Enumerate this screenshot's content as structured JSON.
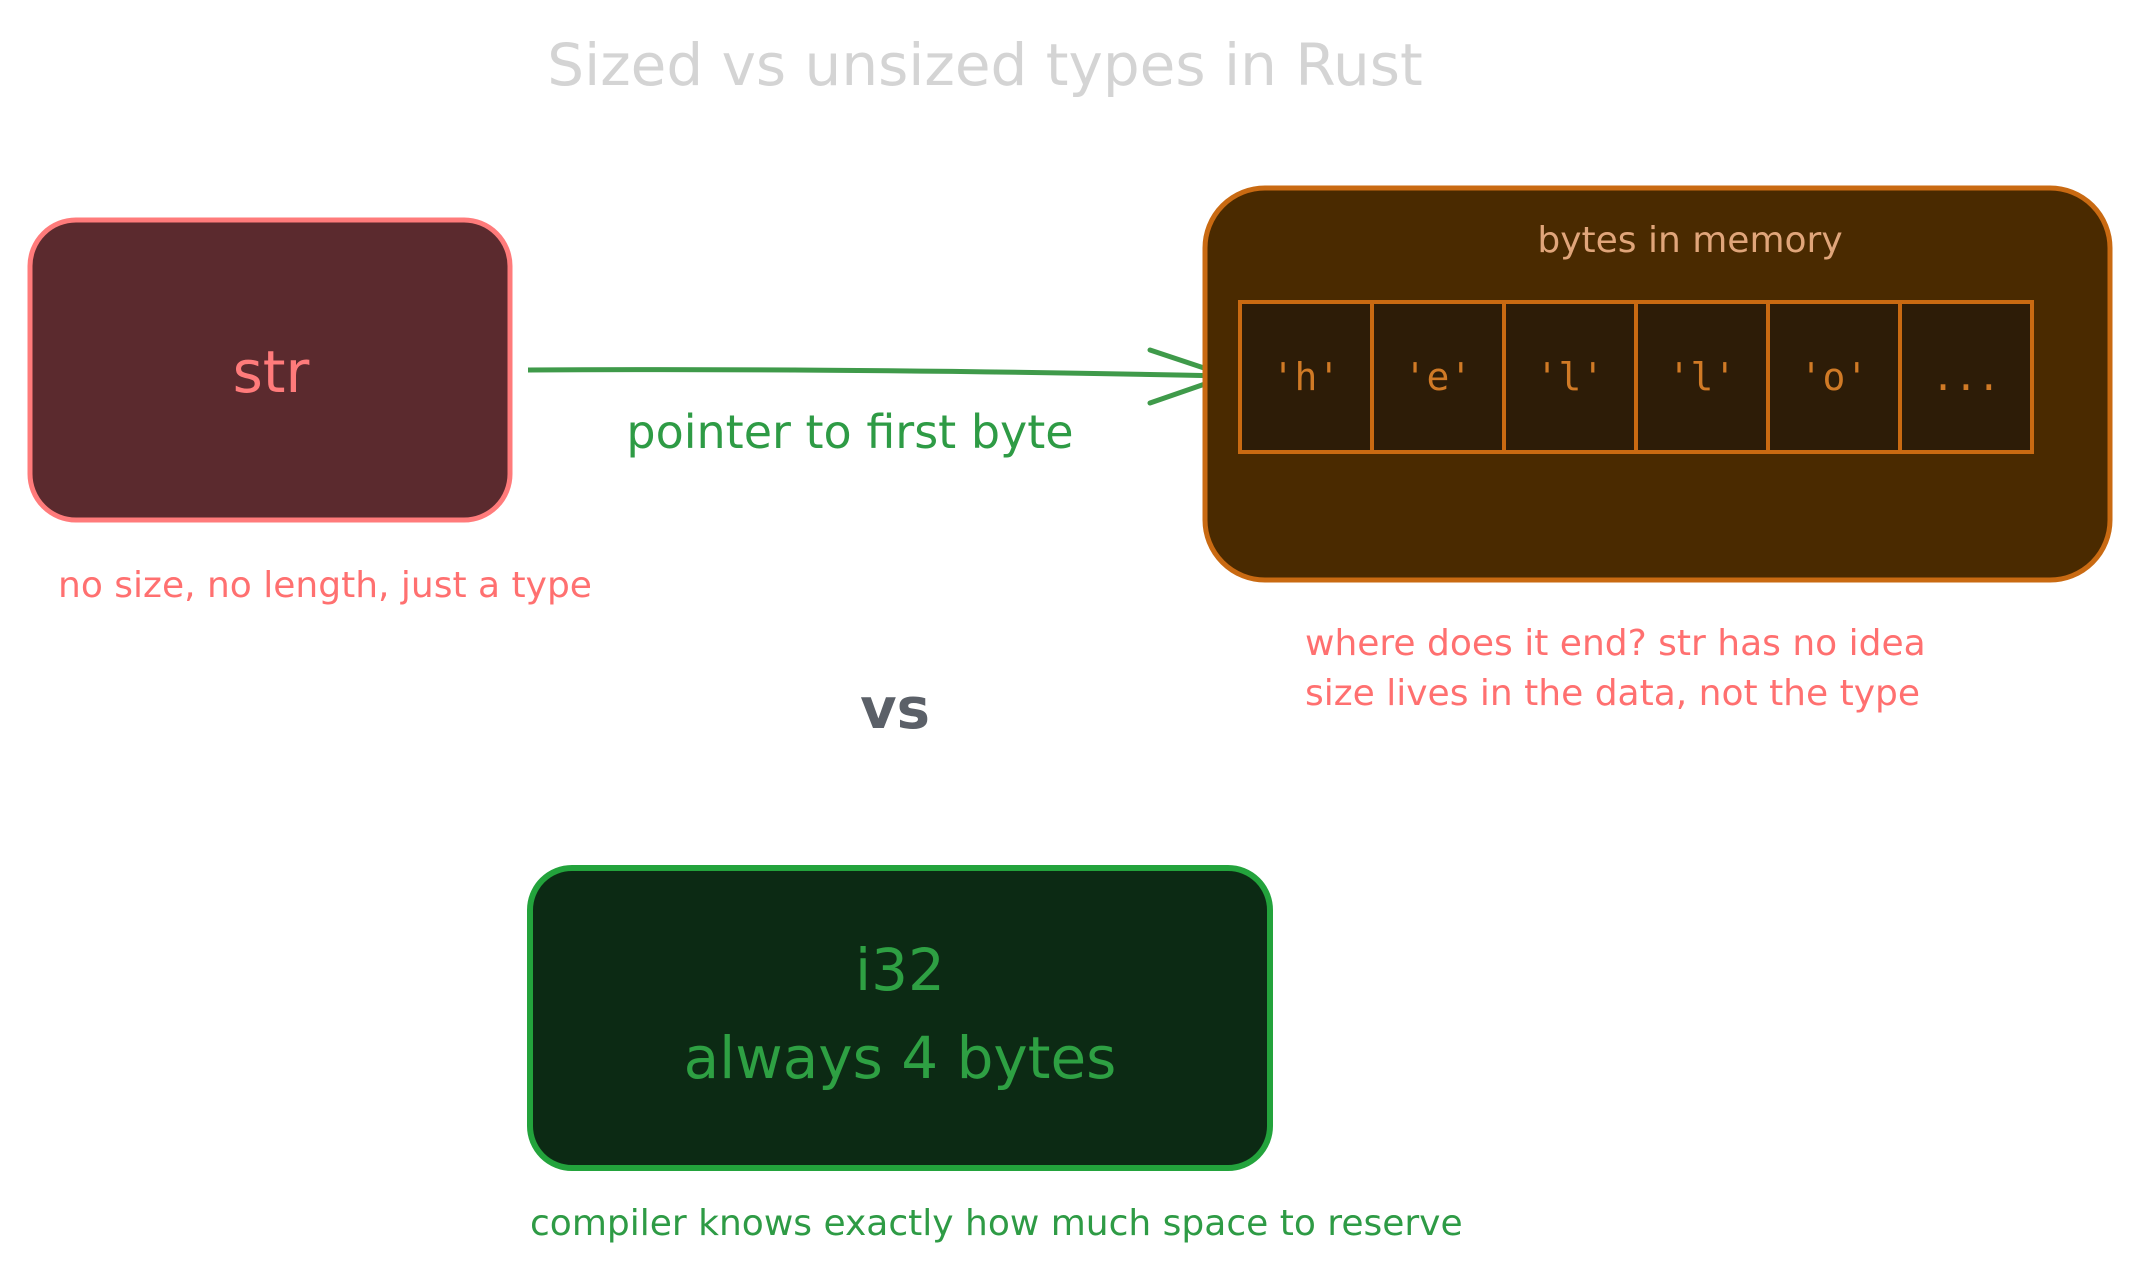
{
  "title": "Sized vs unsized types in Rust",
  "str_box": {
    "label": "str",
    "caption": "no size, no length, just a type"
  },
  "arrow": {
    "label": "pointer to first byte"
  },
  "memory_box": {
    "title": "bytes in memory",
    "cells": [
      "'h'",
      "'e'",
      "'l'",
      "'l'",
      "'o'",
      "..."
    ],
    "caption_lines": [
      "where does it end? str has no idea",
      "size lives in the data, not the type"
    ]
  },
  "vs_label": "vs",
  "i32_box": {
    "label_lines": [
      "i32",
      "always 4 bytes"
    ],
    "caption": "compiler knows exactly how much space to reserve"
  },
  "colors": {
    "title": "#d4d4d4",
    "str_fill": "#5b2a2e",
    "str_stroke": "#ff7b7b",
    "str_text": "#ff7b7b",
    "arrow": "#3f9a4a",
    "memory_fill": "#4a2a00",
    "memory_stroke": "#c96a12",
    "memory_title": "#e0a57a",
    "cell_fill": "#2d1c07",
    "cell_stroke": "#c96a12",
    "cell_text": "#d07a26",
    "caption_red": "#ff7070",
    "vs": "#5b6068",
    "i32_fill": "#0c2a14",
    "i32_stroke": "#23a33c",
    "i32_text": "#2ea043",
    "caption_green": "#2e9b45"
  }
}
